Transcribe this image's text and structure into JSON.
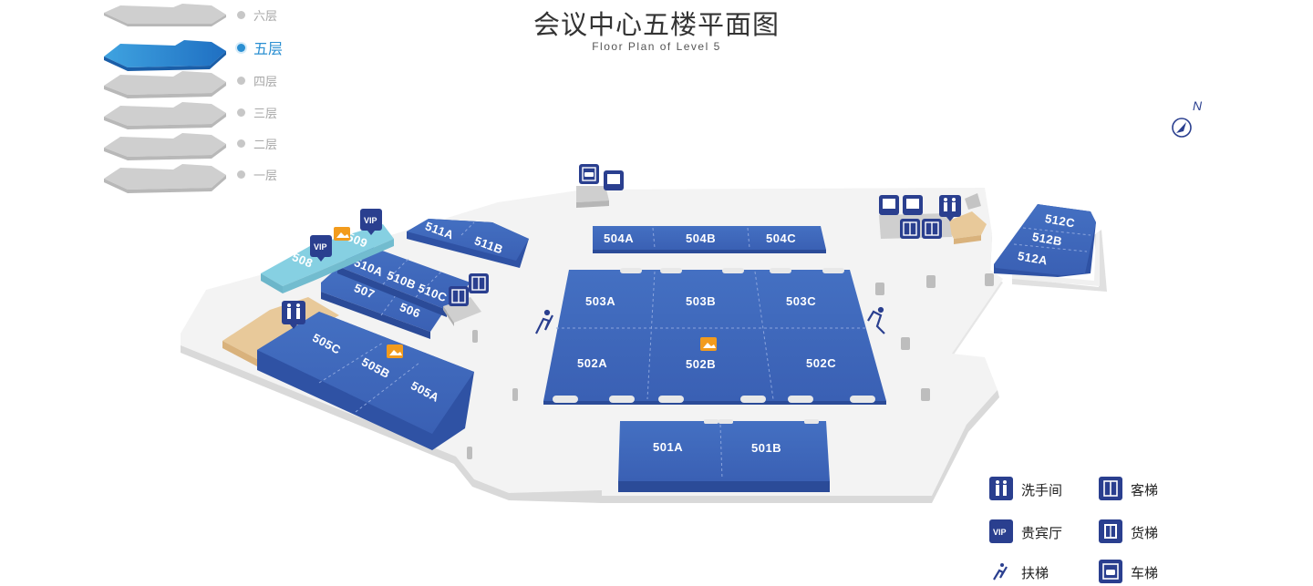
{
  "header": {
    "title": "会议中心五楼平面图",
    "subtitle": "Floor Plan of Level 5"
  },
  "floors": [
    {
      "label": "六层",
      "active": false
    },
    {
      "label": "五层",
      "active": true
    },
    {
      "label": "四层",
      "active": false
    },
    {
      "label": "三层",
      "active": false
    },
    {
      "label": "二层",
      "active": false
    },
    {
      "label": "一层",
      "active": false
    }
  ],
  "compass": {
    "label": "N"
  },
  "rooms": {
    "r501A": "501A",
    "r501B": "501B",
    "r502A": "502A",
    "r502B": "502B",
    "r502C": "502C",
    "r503A": "503A",
    "r503B": "503B",
    "r503C": "503C",
    "r504A": "504A",
    "r504B": "504B",
    "r504C": "504C",
    "r505A": "505A",
    "r505B": "505B",
    "r505C": "505C",
    "r506": "506",
    "r507": "507",
    "r508": "508",
    "r509": "509",
    "r510A": "510A",
    "r510B": "510B",
    "r510C": "510C",
    "r511A": "511A",
    "r511B": "511B",
    "r512A": "512A",
    "r512B": "512B",
    "r512C": "512C"
  },
  "markers": {
    "vip": "VIP"
  },
  "legend": {
    "restroom": "洗手间",
    "passenger_elevator": "客梯",
    "vip_room": "贵宾厅",
    "freight_elevator": "货梯",
    "escalator": "扶梯",
    "vehicle_elevator": "车梯"
  },
  "colors": {
    "room_blue": "#3a62b8",
    "room_light": "#82cde0",
    "service_tan": "#e8c99a",
    "floor_grey": "#f1f1f1",
    "active_floor": "#2a8fd2",
    "icon_navy": "#2a3f8f",
    "icon_orange": "#f29b1d"
  }
}
